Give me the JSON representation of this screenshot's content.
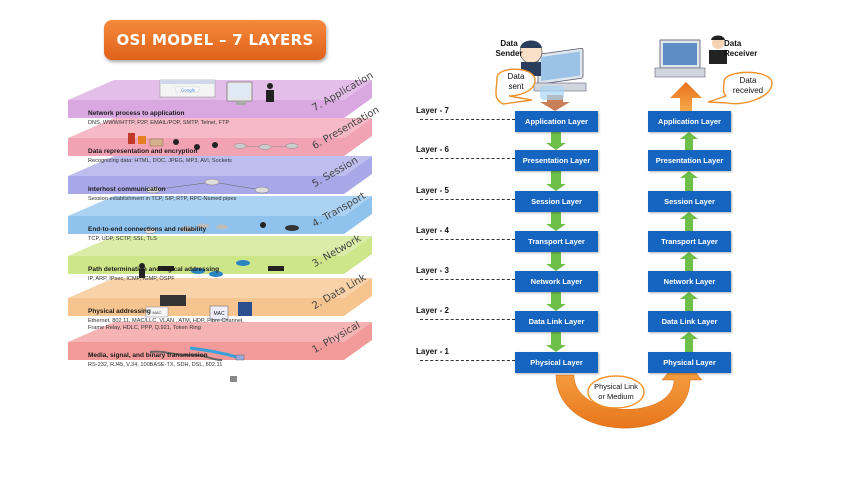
{
  "title": "OSI MODEL – 7 LAYERS",
  "bands": [
    {
      "name": "7. Application",
      "desc": "Network process to application",
      "protocols": [
        "DNS, WWW/HTTP, P2P, EMAIL/POP, SMTP, Telnet, FTP"
      ],
      "color": "#d9a8e0"
    },
    {
      "name": "6. Presentation",
      "desc": "Data representation and encryption",
      "protocols": [
        "Recognizing data: HTML, DOC, JPEG, MP3, AVI, Sockets"
      ],
      "color": "#f2a3b3"
    },
    {
      "name": "5. Session",
      "desc": "Interhost communication",
      "protocols": [
        "Session establishment in TCP, SIP, RTP, RPC-Named pipes"
      ],
      "color": "#a8a8e8"
    },
    {
      "name": "4. Transport",
      "desc": "End-to-end connections and reliability",
      "protocols": [
        "TCP, UDP, SCTP, SSL, TLS"
      ],
      "color": "#8fc3ee"
    },
    {
      "name": "3. Network",
      "desc": "Path determination and logical addressing",
      "protocols": [
        "IP, ARP, IPsec, ICMP, IGMP, OSPF"
      ],
      "color": "#cde68a"
    },
    {
      "name": "2. Data Link",
      "desc": "Physical addressing",
      "protocols": [
        "Ethernet, 802.11, MAC/LLC, VLAN , ATM, HDP, Fibre Channel,",
        "Frame Relay, HDLC,  PPP, Q.921, Token Ring"
      ],
      "color": "#f6c48e"
    },
    {
      "name": "1. Physical",
      "desc": "Media, signal, and binary transmission",
      "protocols": [
        "RS-232, RJ45, V.34, 100BASE-TX, SDH, DSL, 802.11"
      ],
      "color": "#f29a9a"
    }
  ],
  "illustration_labels": {
    "google": "Google",
    "mac": "MAC",
    "router_mac": "MAC"
  },
  "layer_labels": [
    "Layer - 7",
    "Layer - 6",
    "Layer - 5",
    "Layer - 4",
    "Layer - 3",
    "Layer - 2",
    "Layer - 1"
  ],
  "layers": [
    "Application Layer",
    "Presentation Layer",
    "Session Layer",
    "Transport Layer",
    "Network Layer",
    "Data Link Layer",
    "Physical Layer"
  ],
  "sender": {
    "label_line1": "Data",
    "label_line2": "Sender",
    "bubble_line1": "Data",
    "bubble_line2": "sent"
  },
  "receiver": {
    "label_line1": "Data",
    "label_line2": "Receiver",
    "bubble_line1": "Data",
    "bubble_line2": "received"
  },
  "medium": {
    "line1": "Physical Link",
    "line2": "or Medium"
  },
  "colors": {
    "layer_box": "#1565c0",
    "down_arrow": "#6cc04a",
    "arc_arrow": "#f0922b",
    "title": "#e8702a"
  }
}
